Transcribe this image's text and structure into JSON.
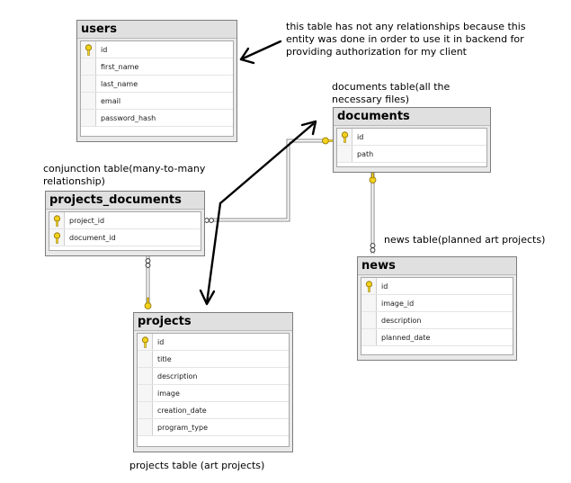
{
  "notes": {
    "users": [
      "this table has not any relationships because this",
      "entity was done in order to use it in backend for",
      "providing authorization for my client"
    ],
    "documents": [
      "documents table(all the",
      "necessary files)"
    ],
    "conjunction": [
      "conjunction table(many-to-many",
      "relationship)"
    ],
    "news": "news table(planned art projects)",
    "projects": "projects table (art projects)"
  },
  "tables": {
    "users": {
      "title": "users",
      "columns": [
        "id",
        "first_name",
        "last_name",
        "email",
        "password_hash"
      ]
    },
    "documents": {
      "title": "documents",
      "columns": [
        "id",
        "path"
      ]
    },
    "projects_documents": {
      "title": "projects_documents",
      "columns": [
        "project_id",
        "document_id"
      ]
    },
    "news": {
      "title": "news",
      "columns": [
        "id",
        "image_id",
        "description",
        "planned_date"
      ]
    },
    "projects": {
      "title": "projects",
      "columns": [
        "id",
        "title",
        "description",
        "image",
        "creation_date",
        "program_type"
      ]
    }
  },
  "icons": {
    "primary_key": "key-icon",
    "relationship_key": "key-icon",
    "relationship_many": "infinity-icon"
  },
  "colors": {
    "key": "#f2d21e",
    "header": "#e0e0e0",
    "line": "#7a7a7a"
  }
}
